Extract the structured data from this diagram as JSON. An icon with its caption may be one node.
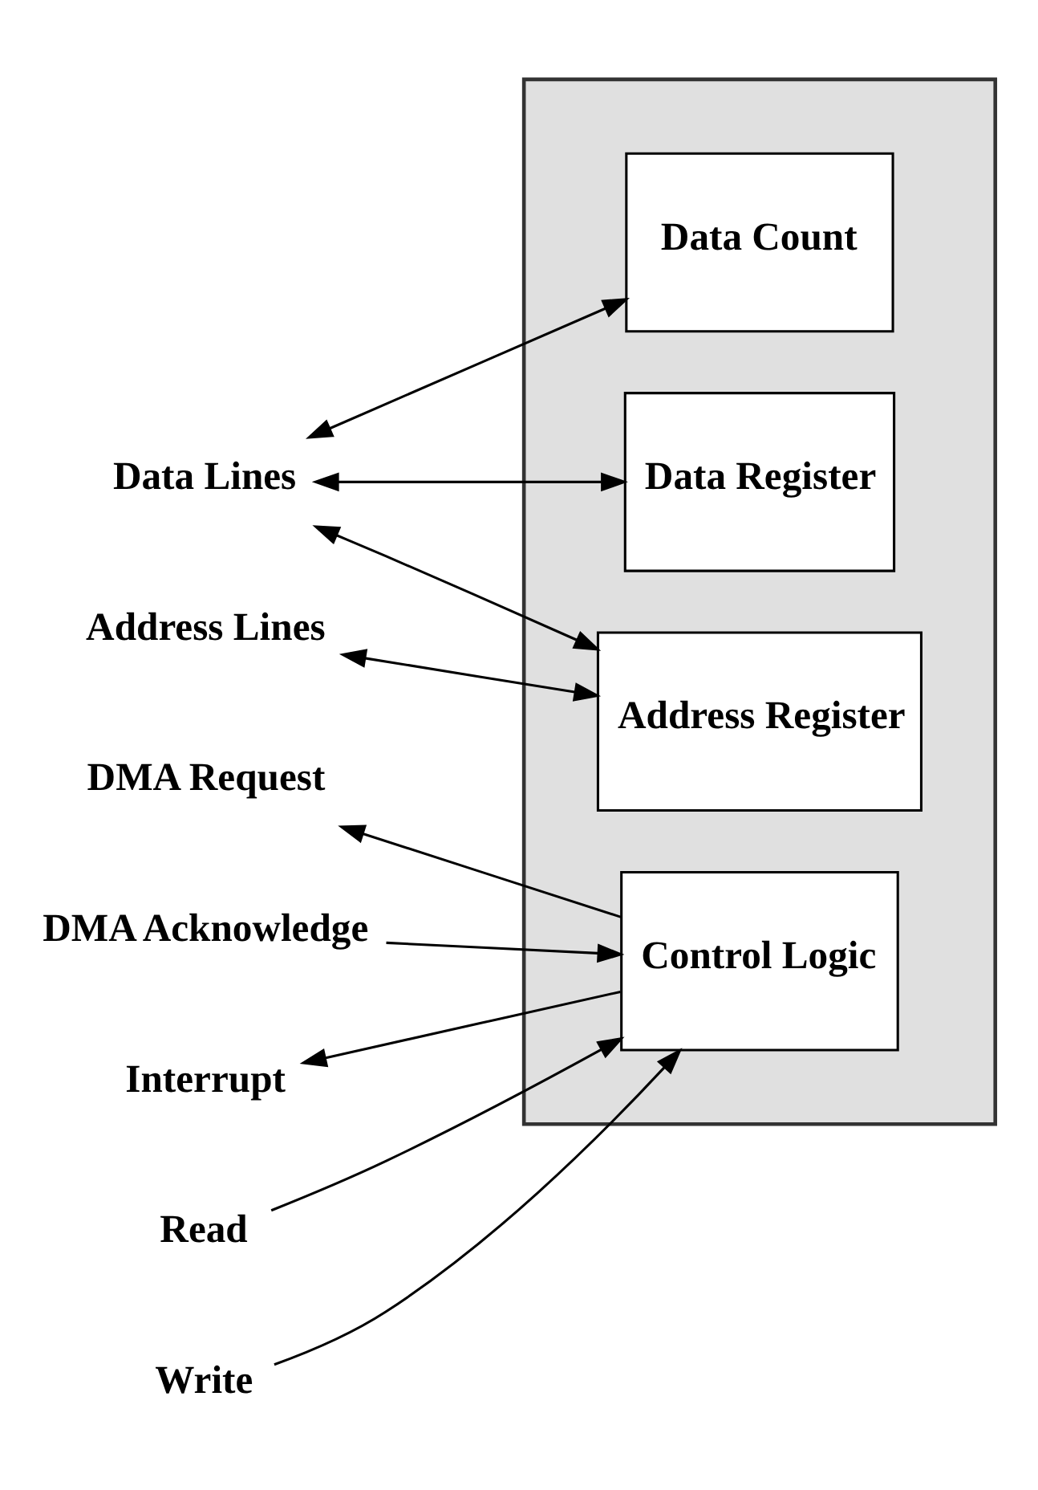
{
  "diagram": {
    "nodes": [
      {
        "text": [],
        "shape": "box"
      },
      {
        "text": [
          "Data Count"
        ],
        "in": 0
      },
      {
        "text": [
          "Data Register"
        ],
        "in": 0
      },
      {
        "text": [
          "Address Register"
        ],
        "in": 0
      },
      {
        "text": [
          "Control Logic"
        ],
        "in": 0
      },
      {
        "text": [
          "Data Lines"
        ]
      },
      {
        "text": [
          "Address Lines"
        ]
      },
      {
        "text": [
          "DMA Request"
        ]
      },
      {
        "text": [
          "DMA Acknowledge"
        ]
      },
      {
        "text": [
          "Interrupt"
        ]
      },
      {
        "text": [
          "Read"
        ]
      },
      {
        "text": [
          "Write"
        ]
      }
    ],
    "edges": [
      {
        "from": 5,
        "to": 1,
        "arrow": "both"
      },
      {
        "from": 5,
        "to": 2,
        "arrow": "both"
      },
      {
        "from": 5,
        "to": 3,
        "arrow": "both"
      },
      {
        "from": 6,
        "to": 3,
        "arrow": "both"
      },
      {
        "from": 4,
        "to": 7,
        "arrow": "to"
      },
      {
        "from": 8,
        "to": 4,
        "arrow": "to"
      },
      {
        "from": 4,
        "to": 9,
        "arrow": "to"
      },
      {
        "from": 10,
        "to": 4,
        "arrow": "to"
      },
      {
        "from": 11,
        "to": 4,
        "arrow": "to"
      }
    ]
  }
}
